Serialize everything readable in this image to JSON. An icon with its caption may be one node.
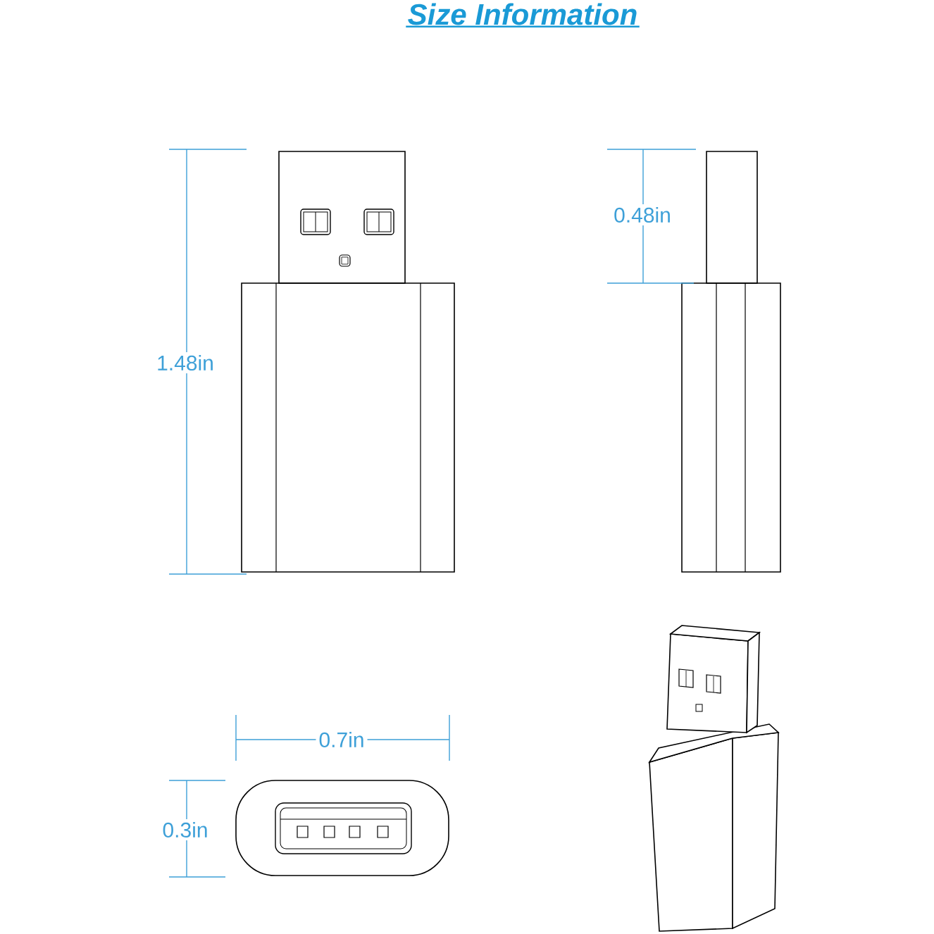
{
  "diagram": {
    "title": "Size Information",
    "labels": [
      "1.48in",
      "0.48in",
      "0.7in",
      "0.3in"
    ]
  }
}
